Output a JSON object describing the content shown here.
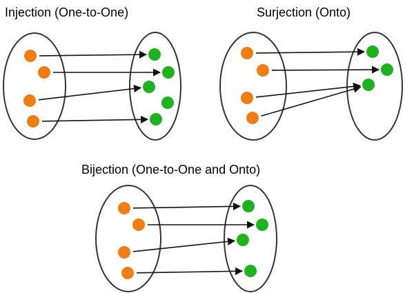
{
  "colors": {
    "domain_dot": "#F07D12",
    "codomain_dot": "#1FB21F",
    "outline": "#333333",
    "arrow": "#111111",
    "text": "#000000"
  },
  "diagrams": [
    {
      "id": "injection",
      "title": "Injection (One-to-One)",
      "domain_count": 4,
      "codomain_count": 5,
      "mapping": [
        [
          0,
          0
        ],
        [
          1,
          1
        ],
        [
          2,
          2
        ],
        [
          3,
          4
        ]
      ]
    },
    {
      "id": "surjection",
      "title": "Surjection (Onto)",
      "domain_count": 4,
      "codomain_count": 3,
      "mapping": [
        [
          0,
          0
        ],
        [
          1,
          1
        ],
        [
          2,
          2
        ],
        [
          3,
          2
        ]
      ]
    },
    {
      "id": "bijection",
      "title": "Bijection (One-to-One and Onto)",
      "domain_count": 4,
      "codomain_count": 4,
      "mapping": [
        [
          0,
          0
        ],
        [
          1,
          1
        ],
        [
          2,
          2
        ],
        [
          3,
          3
        ]
      ]
    }
  ]
}
